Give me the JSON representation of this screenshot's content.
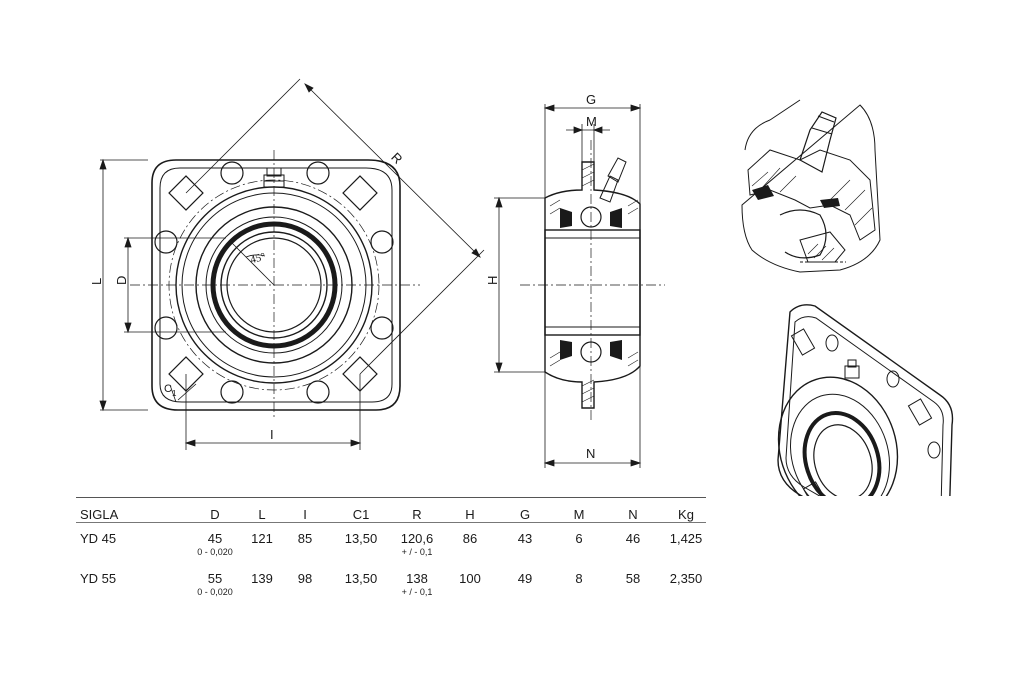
{
  "labels": {
    "L": "L",
    "D": "D",
    "I": "I",
    "R": "R",
    "C1": "C",
    "C1_sub": "1",
    "angle": "45°",
    "G": "G",
    "M": "M",
    "H": "H",
    "N": "N"
  },
  "table": {
    "headers": [
      "SIGLA",
      "D",
      "L",
      "I",
      "C1",
      "R",
      "H",
      "G",
      "M",
      "N",
      "Kg"
    ],
    "rows": [
      {
        "sigla": "YD 45",
        "D": "45",
        "D_tol": "0 - 0,020",
        "L": "121",
        "I": "85",
        "C1": "13,50",
        "R": "120,6",
        "R_tol": "+ / - 0,1",
        "H": "86",
        "G": "43",
        "M": "6",
        "N": "46",
        "Kg": "1,425"
      },
      {
        "sigla": "YD 55",
        "D": "55",
        "D_tol": "0 - 0,020",
        "L": "139",
        "I": "98",
        "C1": "13,50",
        "R": "138",
        "R_tol": "+ / - 0,1",
        "H": "100",
        "G": "49",
        "M": "8",
        "N": "58",
        "Kg": "2,350"
      }
    ]
  }
}
